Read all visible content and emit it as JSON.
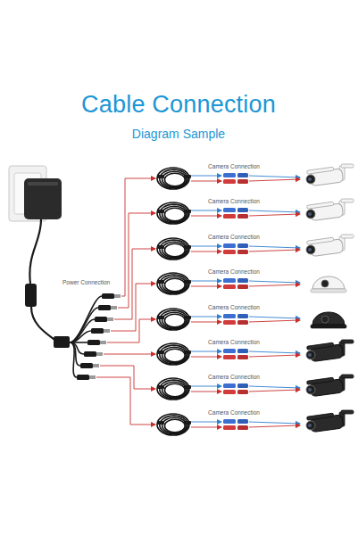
{
  "diagram": {
    "title": "Cable Connection",
    "labels": [
      "Diagram Sample",
      "Power Connection",
      "Camera Connection",
      "Camera Connection",
      "Camera Connection",
      "Camera Connection",
      "Camera Connection",
      "Camera Connection",
      "Camera Connection",
      "Camera Connection"
    ]
  }
}
